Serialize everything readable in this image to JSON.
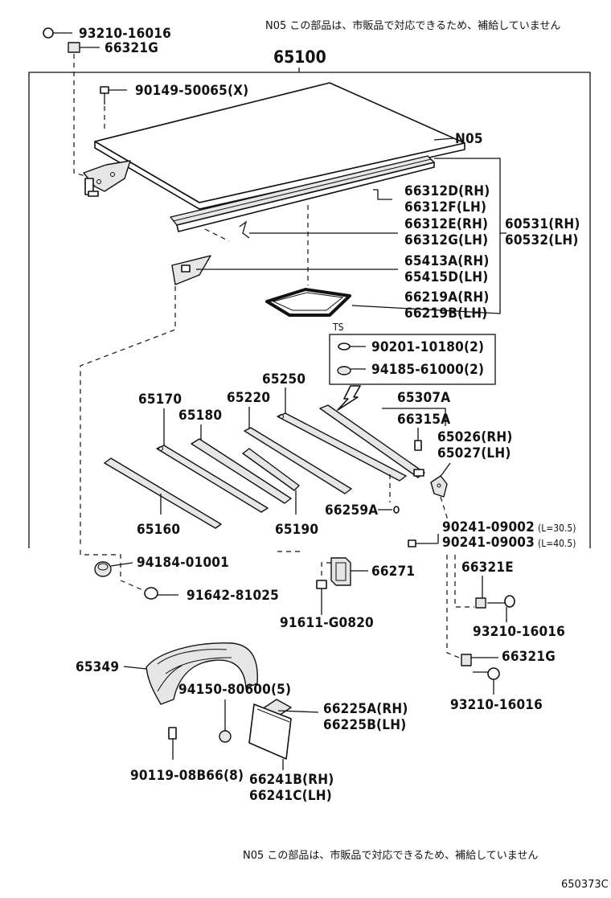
{
  "notes": {
    "top": "N05 この部品は、市販品で対応できるため、補給していません",
    "bottom": "N05 この部品は、市販品で対応できるため、補給していません"
  },
  "drawing_number": "650373C",
  "assembly_label": "65100",
  "ts_label": "TS",
  "labels": {
    "p93210_16016_top": "93210-16016",
    "p66321G_top": "66321G",
    "p90149_50065": "90149-50065(X)",
    "pN05": "N05",
    "p66312D": "66312D(RH)",
    "p66312F": "66312F(LH)",
    "p66312E": "66312E(RH)",
    "p66312G": "66312G(LH)",
    "p60531": "60531(RH)",
    "p60532": "60532(LH)",
    "p65413A": "65413A(RH)",
    "p65415D": "65415D(LH)",
    "p66219A": "66219A(RH)",
    "p66219B": "66219B(LH)",
    "p90201": "90201-10180(2)",
    "p94185": "94185-61000(2)",
    "p65250": "65250",
    "p65170": "65170",
    "p65220": "65220",
    "p65180": "65180",
    "p65307A": "65307A",
    "p66315A": "66315A",
    "p65026": "65026(RH)",
    "p65027": "65027(LH)",
    "p66259A": "66259A",
    "p65160": "65160",
    "p65190": "65190",
    "p90241_09002": "90241-09002",
    "p90241_09002_len": "(L=30.5)",
    "p90241_09003": "90241-09003",
    "p90241_09003_len": "(L=40.5)",
    "p94184": "94184-01001",
    "p66271": "66271",
    "p66321E": "66321E",
    "p91642": "91642-81025",
    "p93210_16016_mid": "93210-16016",
    "p91611": "91611-G0820",
    "p66321G_bot": "66321G",
    "p65349": "65349",
    "p93210_16016_bot": "93210-16016",
    "p94150": "94150-80600(5)",
    "p66225A": "66225A(RH)",
    "p66225B": "66225B(LH)",
    "p90119": "90119-08B66(8)",
    "p66241B": "66241B(RH)",
    "p66241C": "66241C(LH)"
  }
}
